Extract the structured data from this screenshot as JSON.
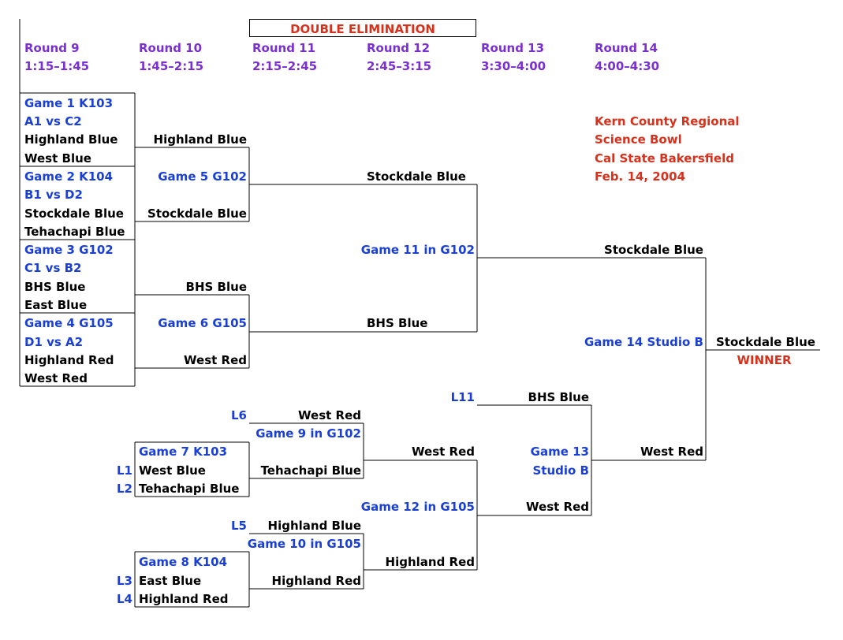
{
  "title": "DOUBLE  ELIMINATION",
  "rounds": [
    {
      "name": "Round 9",
      "time": "1:15–1:45"
    },
    {
      "name": "Round 10",
      "time": "1:45–2:15"
    },
    {
      "name": "Round 11",
      "time": "2:15–2:45"
    },
    {
      "name": "Round 12",
      "time": "2:45–3:15"
    },
    {
      "name": "Round 13",
      "time": "3:30–4:00"
    },
    {
      "name": "Round 14",
      "time": "4:00–4:30"
    }
  ],
  "event": {
    "line1": "Kern County Regional",
    "line2": "Science Bowl",
    "line3": "Cal State Bakersfield",
    "date": "Feb. 14, 2004"
  },
  "games": {
    "g1": {
      "label": "Game 1  K103",
      "matchup": "A1 vs C2",
      "team1": "Highland Blue",
      "team2": "West Blue"
    },
    "g2": {
      "label": "Game 2  K104",
      "matchup": "B1 vs D2",
      "team1": "Stockdale Blue",
      "team2": "Tehachapi Blue"
    },
    "g3": {
      "label": "Game 3  G102",
      "matchup": "C1 vs B2",
      "team1": "BHS Blue",
      "team2": "East Blue"
    },
    "g4": {
      "label": "Game 4  G105",
      "matchup": "D1 vs A2",
      "team1": "Highland Red",
      "team2": "West Red"
    },
    "g5": {
      "label": "Game 5  G102",
      "team1": "Highland Blue",
      "team2": "Stockdale Blue"
    },
    "g6": {
      "label": "Game 6  G105",
      "team1": "BHS Blue",
      "team2": "West Red"
    },
    "g7": {
      "label": "Game 7  K103",
      "team1": "West Blue",
      "team2": "Tehachapi Blue",
      "src1": "L1",
      "src2": "L2"
    },
    "g8": {
      "label": "Game 8  K104",
      "team1": "East Blue",
      "team2": "Highland Red",
      "src1": "L3",
      "src2": "L4"
    },
    "g9": {
      "label": "Game 9 in G102",
      "team1": "West Red",
      "team2": "Tehachapi Blue",
      "src1": "L6"
    },
    "g10": {
      "label": "Game 10 in G105",
      "team1": "Highland Blue",
      "team2": "Highland Red",
      "src1": "L5"
    },
    "g11": {
      "label": "Game 11 in G102",
      "team1": "Stockdale Blue",
      "team2": "BHS Blue"
    },
    "g12": {
      "label": "Game 12 in G105",
      "team1": "West Red",
      "team2": "Highland Red"
    },
    "g13": {
      "label1": "Game 13",
      "label2": "Studio B",
      "team1": "BHS Blue",
      "team2": "West Red",
      "src1": "L11"
    },
    "g14": {
      "label": "Game 14 Studio B",
      "team1": "Stockdale Blue",
      "team2": "West Red",
      "winner": "Stockdale Blue",
      "winner_label": "WINNER"
    }
  },
  "colors": {
    "round_header": "#7a2fd0",
    "game_label": "#1a3fd6",
    "team": "#000000",
    "event_info": "#d8301a"
  }
}
